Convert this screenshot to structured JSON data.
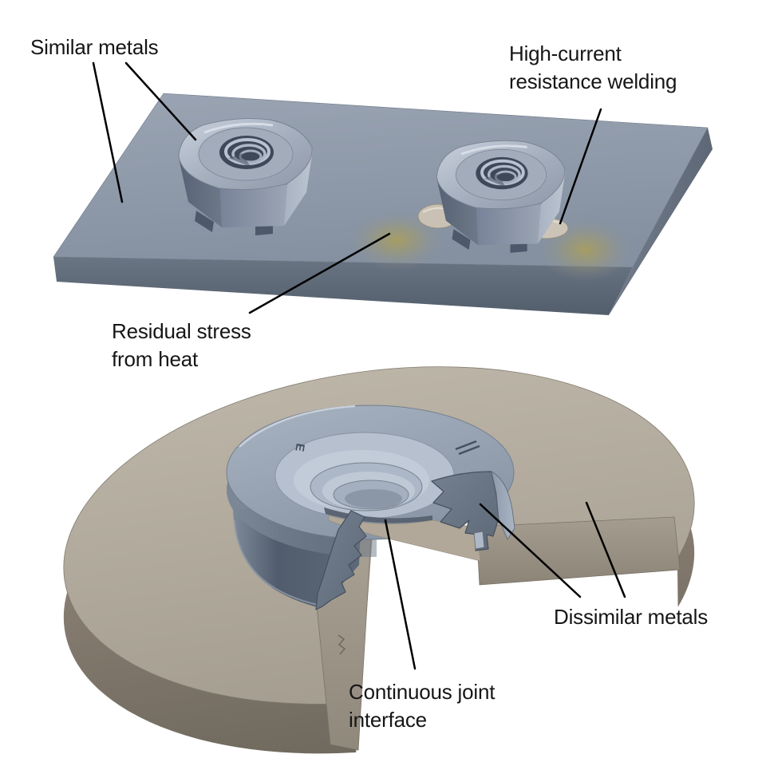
{
  "figure": {
    "type": "technical-illustration",
    "labels": {
      "similar_metals": "Similar metals",
      "high_current": "High-current\nresistance welding",
      "residual_stress": "Residual stress\nfrom heat",
      "dissimilar_metals": "Dissimilar metals",
      "continuous_joint": "Continuous joint\ninterface"
    },
    "nut_marking": "E",
    "colors": {
      "background": "#ffffff",
      "leader_line": "#000000",
      "label_text": "#161616",
      "steel_plate_top": "#8c96a6",
      "steel_plate_side": "#5c6776",
      "steel_nut": "#a9b3c2",
      "heat_glow": "#b0a763",
      "weld_pool": "#c9c2b4",
      "dissimilar_plate_top": "#b2ab9e",
      "dissimilar_plate_side": "#8a8277",
      "rivet_nut_flange": "#9aa6b6",
      "cut_section_face": "#6b7687"
    }
  }
}
